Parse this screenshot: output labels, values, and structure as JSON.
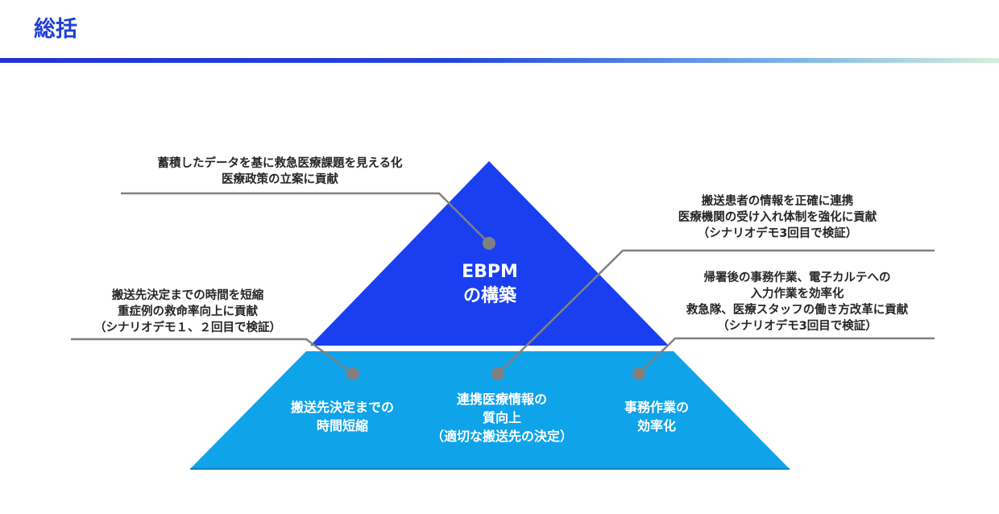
{
  "header": {
    "title": "総括"
  },
  "pyramid": {
    "apex": {
      "lines": [
        "EBPM",
        "の構築"
      ]
    },
    "base": [
      {
        "lines": [
          "搬送先決定までの",
          "時間短縮"
        ]
      },
      {
        "lines": [
          "連携医療情報の",
          "質向上",
          "（適切な搬送先の決定）"
        ]
      },
      {
        "lines": [
          "事務作業の",
          "効率化"
        ]
      }
    ]
  },
  "callouts": {
    "top_left": {
      "lines": [
        "蓄積したデータを基に救急医療課題を見える化",
        "医療政策の立案に貢献"
      ]
    },
    "top_right": {
      "lines": [
        "搬送患者の情報を正確に連携",
        "医療機関の受け入れ体制を強化に貢献",
        "（シナリオデモ3回目で検証）"
      ]
    },
    "mid_left": {
      "lines": [
        "搬送先決定までの時間を短縮",
        "重症例の救命率向上に貢献",
        "（シナリオデモ１、２回目で検証）"
      ]
    },
    "mid_right": {
      "lines": [
        "帰署後の事務作業、電子カルテへの",
        "入力作業を効率化",
        "救急隊、医療スタッフの働き方改革に貢献",
        "（シナリオデモ3回目で検証）"
      ]
    }
  },
  "colors": {
    "title": "#1f3fd6",
    "apex_fill": "#1a3ff0",
    "base_fill": "#0fa3ea",
    "connector": "#808080",
    "callout_text": "#262626"
  }
}
